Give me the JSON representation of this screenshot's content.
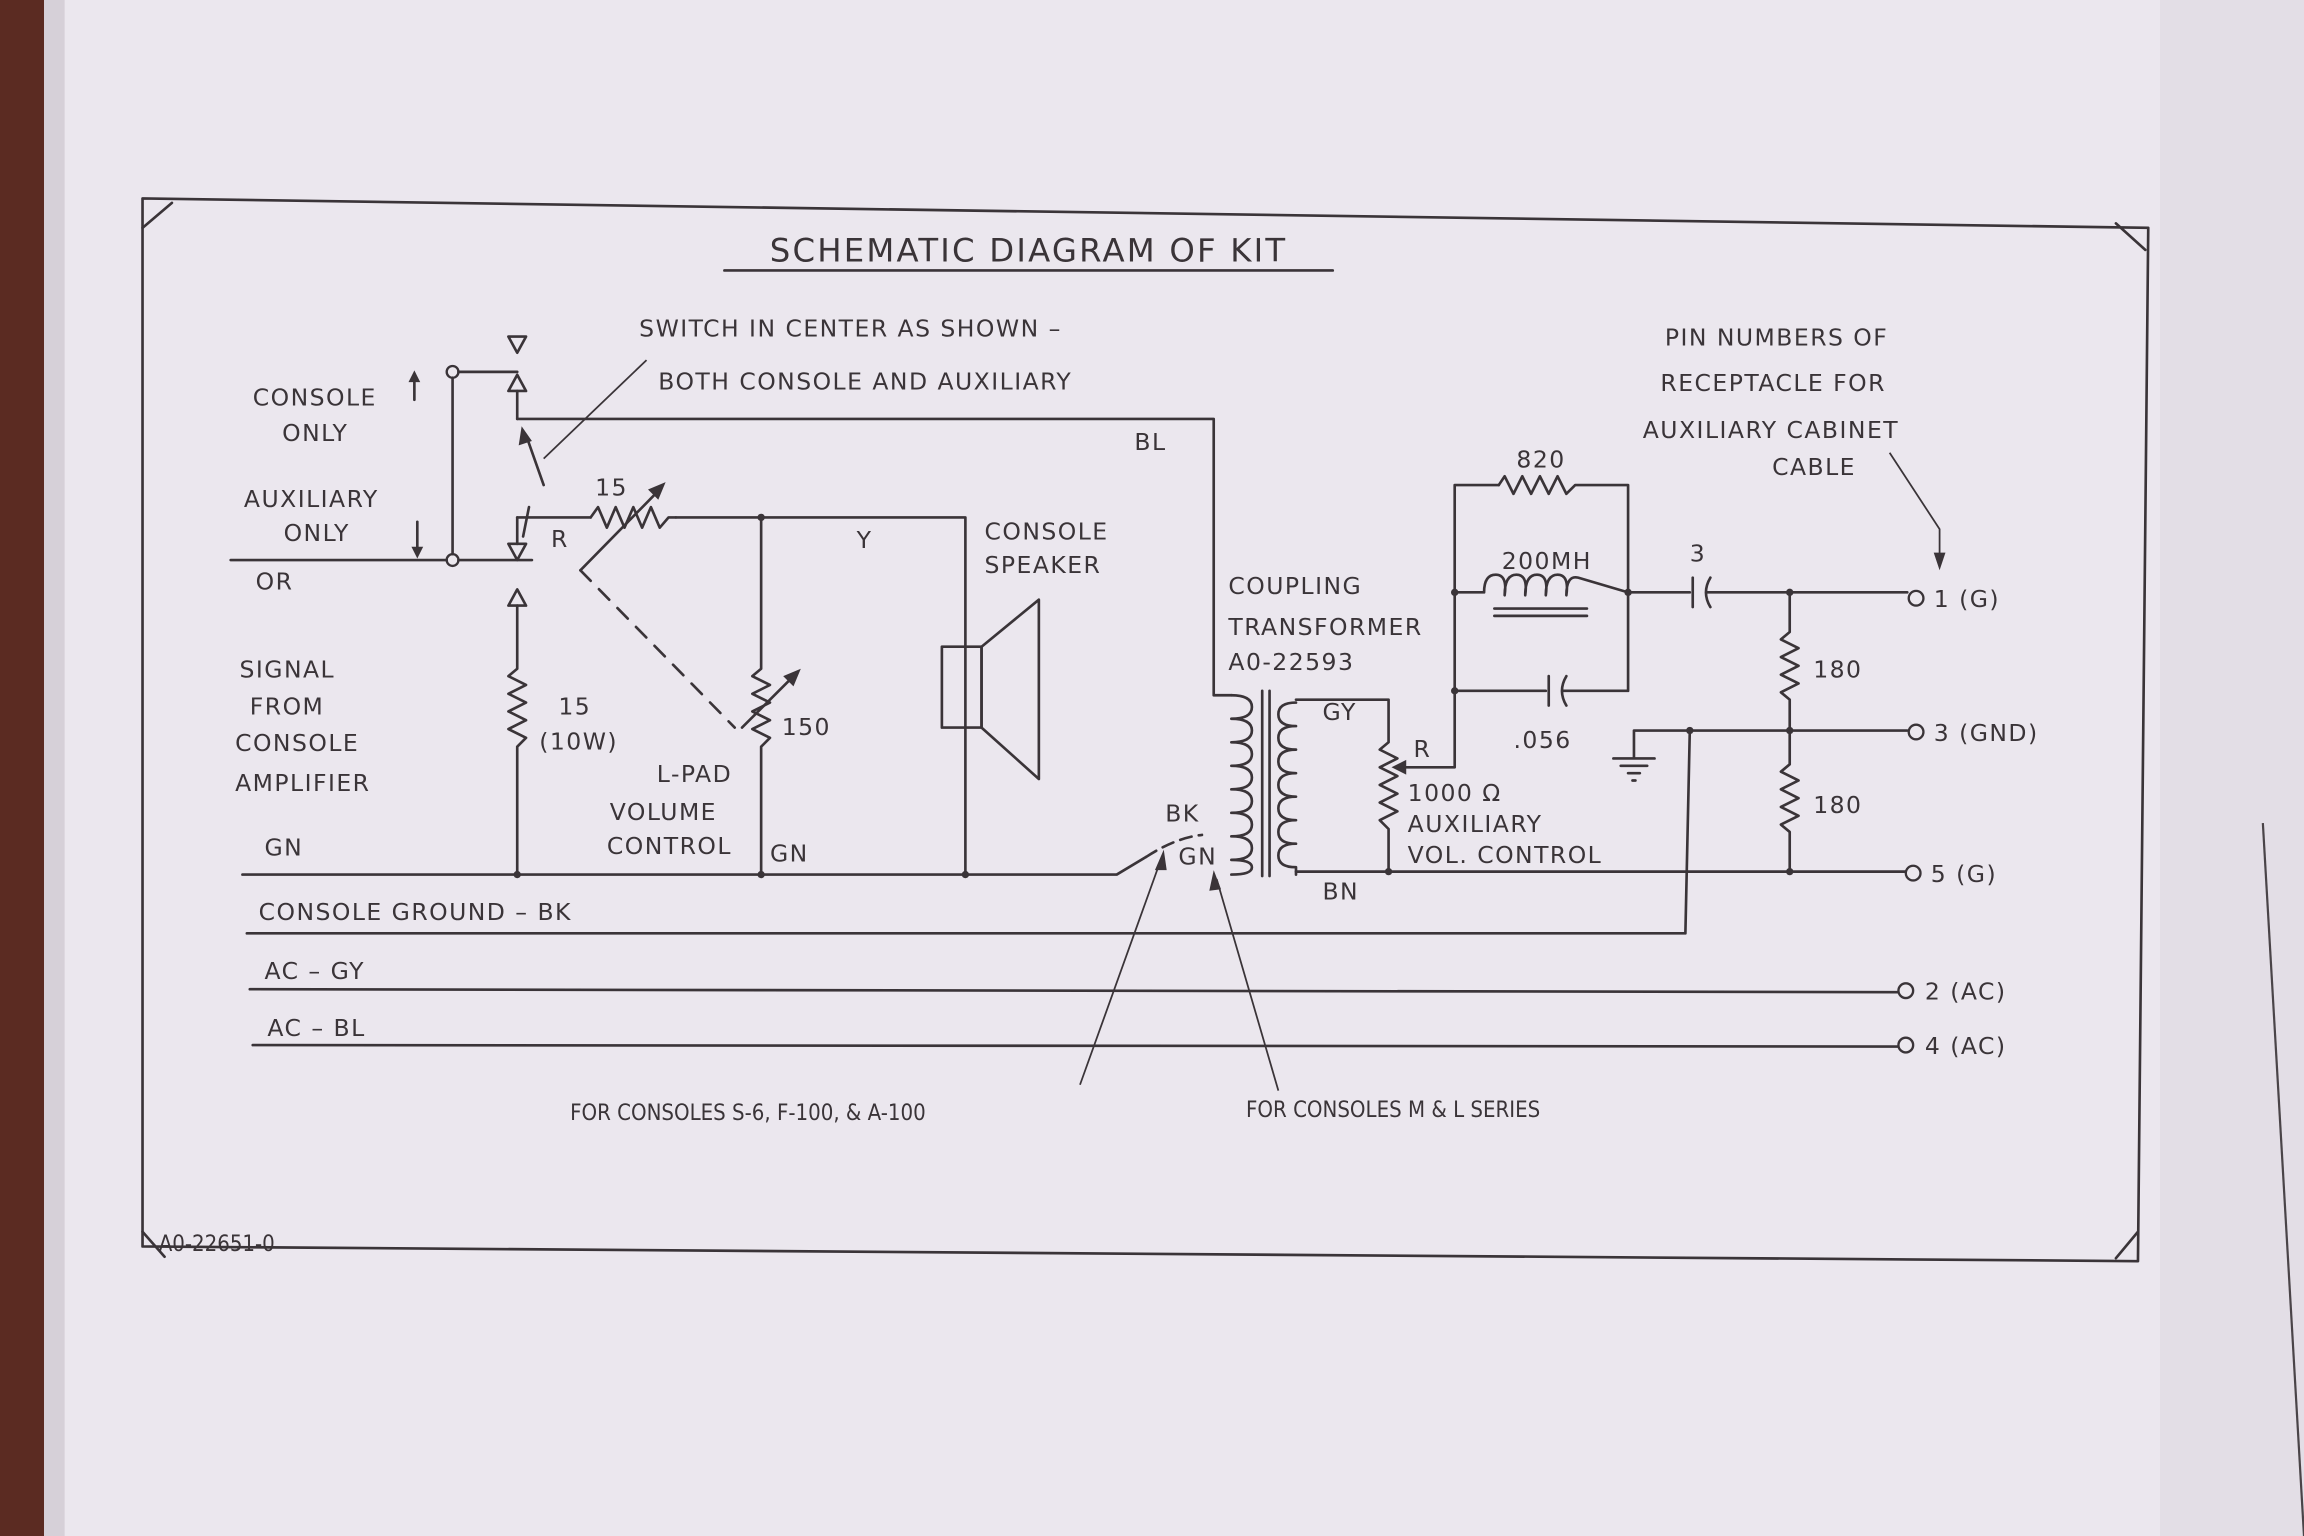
{
  "title": "SCHEMATIC DIAGRAM OF KIT",
  "drawing_number": "A0-22651-0",
  "switch_note": [
    "SWITCH IN CENTER AS SHOWN –",
    "BOTH CONSOLE AND AUXILIARY"
  ],
  "switch_labels": {
    "console_only": [
      "CONSOLE",
      "ONLY"
    ],
    "auxiliary_only": [
      "AUXILIARY",
      "ONLY"
    ],
    "or": "OR"
  },
  "signal_label": [
    "SIGNAL",
    "FROM",
    "CONSOLE",
    "AMPLIFIER"
  ],
  "components": {
    "r_series": "15",
    "r_load": [
      "15",
      "(10W)"
    ],
    "lpad": {
      "value": "150",
      "label": [
        "L-PAD",
        "VOLUME",
        "CONTROL"
      ]
    },
    "speaker": [
      "CONSOLE",
      "SPEAKER"
    ],
    "transformer": [
      "COUPLING",
      "TRANSFORMER",
      "A0-22593"
    ],
    "r820": "820",
    "inductor": "200MH",
    "cap3": "3",
    "cap056": ".056",
    "aux_vol": [
      "1000 Ω",
      "AUXILIARY",
      "VOL. CONTROL"
    ],
    "r180_top": "180",
    "r180_bottom": "180"
  },
  "wire_labels": {
    "r": "R",
    "y": "Y",
    "bl": "BL",
    "gn_left": "GN",
    "gn_lpad": "GN",
    "bk": "BK",
    "gn_xfmr": "GN",
    "gy": "GY",
    "r_aux": "R",
    "bn": "BN"
  },
  "bus_labels": {
    "console_ground": "CONSOLE GROUND – BK",
    "ac_gy": "AC – GY",
    "ac_bl": "AC – BL"
  },
  "pin_note": [
    "PIN NUMBERS OF",
    "RECEPTACLE FOR",
    "AUXILIARY CABINET",
    "CABLE"
  ],
  "pins": [
    "1 (G)",
    "3 (GND)",
    "5 (G)",
    "2 (AC)",
    "4 (AC)"
  ],
  "notes": {
    "consoles_s6": "FOR CONSOLES  S-6, F-100, & A-100",
    "consoles_ml": "FOR CONSOLES  M & L SERIES"
  }
}
